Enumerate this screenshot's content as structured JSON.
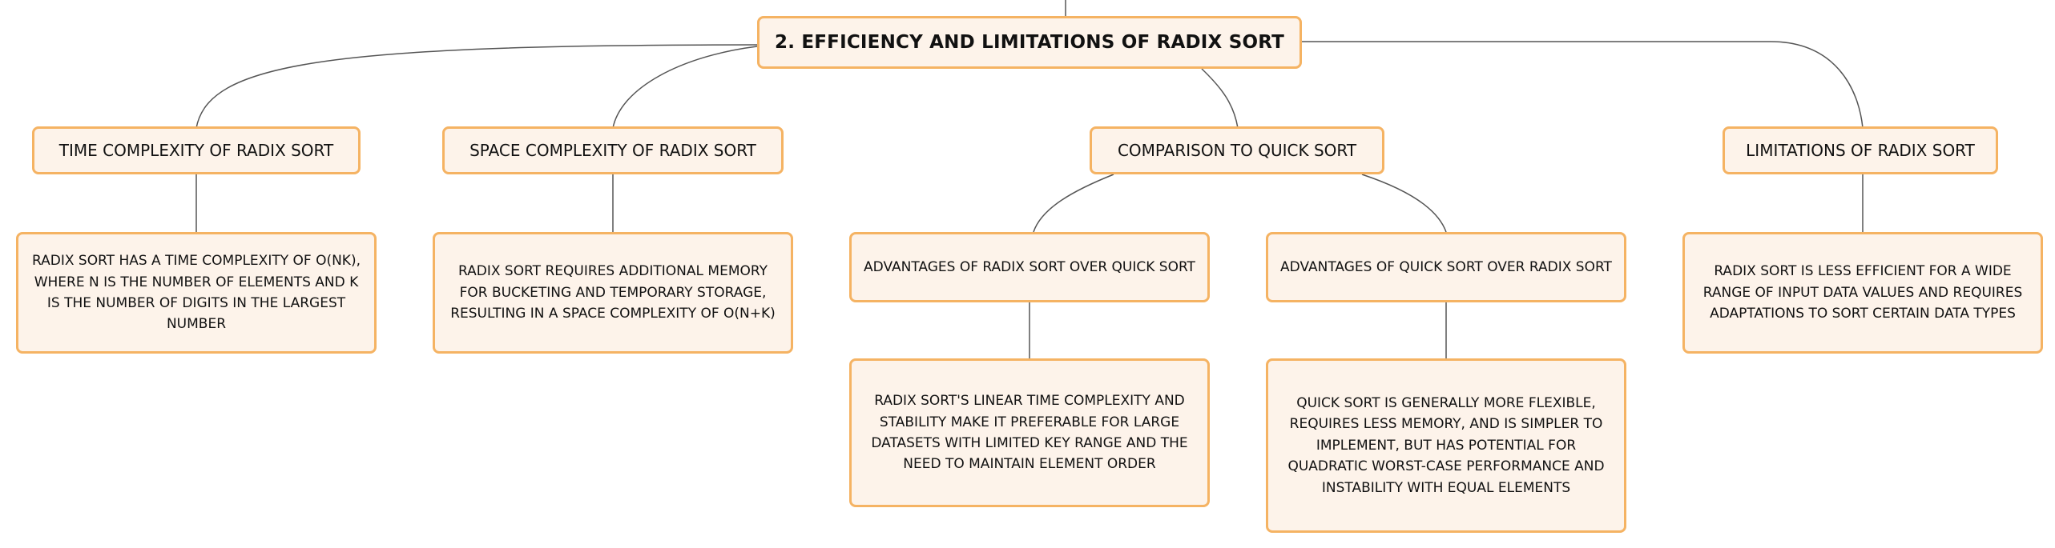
{
  "root": {
    "label": "2. EFFICIENCY AND LIMITATIONS OF RADIX SORT"
  },
  "time_complexity": {
    "label": "TIME COMPLEXITY OF RADIX SORT",
    "detail": "RADIX SORT HAS A TIME COMPLEXITY OF O(NK), WHERE N IS THE NUMBER OF ELEMENTS AND K IS THE NUMBER OF DIGITS IN THE LARGEST NUMBER"
  },
  "space_complexity": {
    "label": "SPACE COMPLEXITY OF RADIX SORT",
    "detail": "RADIX SORT REQUIRES ADDITIONAL MEMORY FOR BUCKETING AND TEMPORARY STORAGE, RESULTING IN A SPACE COMPLEXITY OF O(N+K)"
  },
  "comparison": {
    "label": "COMPARISON TO QUICK SORT",
    "radix_advantages": {
      "label": "ADVANTAGES OF RADIX SORT OVER QUICK SORT",
      "detail": "RADIX SORT'S LINEAR TIME COMPLEXITY AND STABILITY MAKE IT PREFERABLE FOR LARGE DATASETS WITH LIMITED KEY RANGE AND THE NEED TO MAINTAIN ELEMENT ORDER"
    },
    "quick_advantages": {
      "label": "ADVANTAGES OF QUICK SORT OVER RADIX SORT",
      "detail": "QUICK SORT IS GENERALLY MORE FLEXIBLE, REQUIRES LESS MEMORY, AND IS SIMPLER TO IMPLEMENT, BUT HAS POTENTIAL FOR QUADRATIC WORST-CASE PERFORMANCE AND INSTABILITY WITH EQUAL ELEMENTS"
    }
  },
  "limitations": {
    "label": "LIMITATIONS OF RADIX SORT",
    "detail": "RADIX SORT IS LESS EFFICIENT FOR A WIDE RANGE OF INPUT DATA VALUES AND REQUIRES ADAPTATIONS TO SORT CERTAIN DATA TYPES"
  },
  "colors": {
    "node_fill": "#fdf3ea",
    "node_border": "#f5b363",
    "connector": "#555555"
  }
}
